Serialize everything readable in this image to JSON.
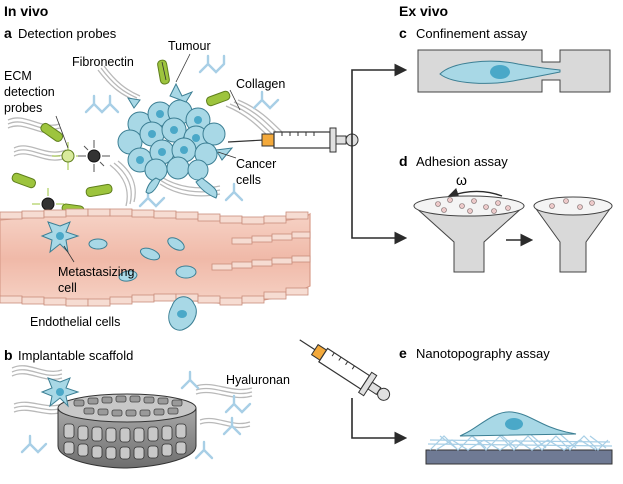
{
  "headers": {
    "in_vivo": "In vivo",
    "ex_vivo": "Ex vivo"
  },
  "panels": {
    "a": {
      "letter": "a",
      "title": "Detection probes"
    },
    "b": {
      "letter": "b",
      "title": "Implantable scaffold"
    },
    "c": {
      "letter": "c",
      "title": "Confinement assay"
    },
    "d": {
      "letter": "d",
      "title": "Adhesion assay"
    },
    "e": {
      "letter": "e",
      "title": "Nanotopography assay"
    }
  },
  "labels": {
    "ecm_line1": "ECM",
    "ecm_line2": "detection",
    "ecm_line3": "probes",
    "fibronectin": "Fibronectin",
    "tumour": "Tumour",
    "collagen": "Collagen",
    "cancer_line1": "Cancer",
    "cancer_line2": "cells",
    "metastasizing_line1": "Metastasizing",
    "metastasizing_line2": "cell",
    "endothelial": "Endothelial cells",
    "hyaluronan": "Hyaluronan",
    "omega": "ω"
  },
  "colors": {
    "cell_fill": "#a8d8e6",
    "cell_stroke": "#3c7f94",
    "nucleus": "#4aa8c8",
    "vessel_fill": "#f3c6b6",
    "vessel_wall": "#e9c6b6",
    "fibronectin": "#9dc43d",
    "collagen": "#b8b8b8",
    "hyaluronan": "#a8cfe6",
    "device_fill": "#d9d9d9",
    "arrow": "#2b2b2b"
  }
}
